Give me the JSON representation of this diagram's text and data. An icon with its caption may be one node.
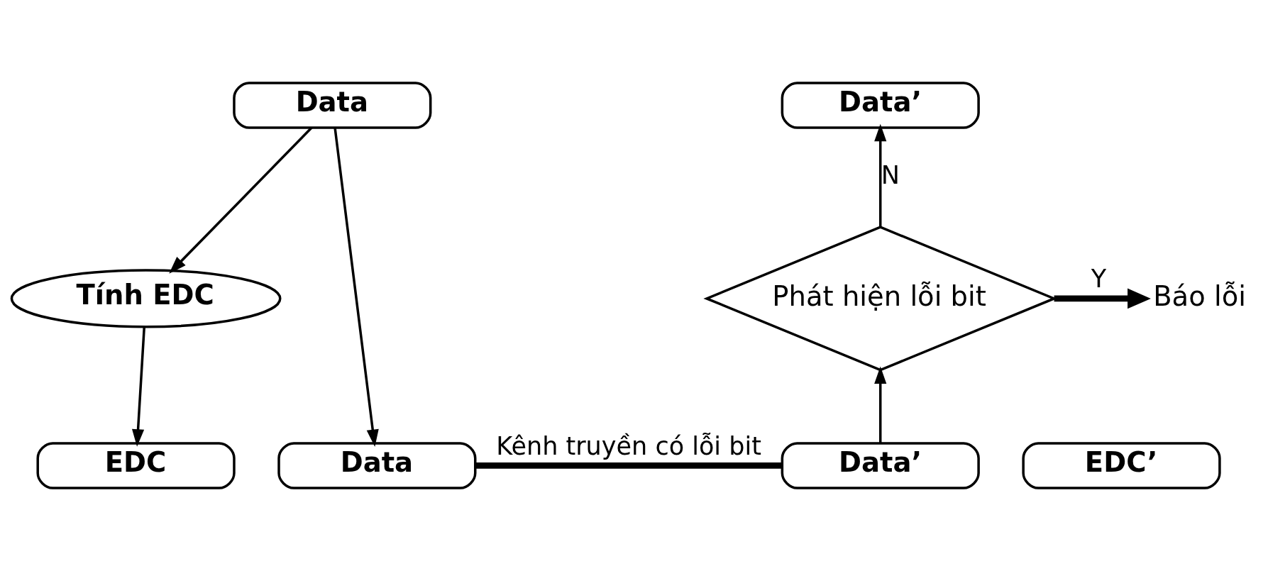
{
  "diagram": {
    "nodes": [
      {
        "text": [
          "Data"
        ]
      },
      {
        "text": [
          "Tính EDC"
        ]
      },
      {
        "text": [
          "Data"
        ]
      },
      {
        "text": [
          "EDC"
        ]
      },
      {
        "text": [
          "Data’"
        ]
      },
      {
        "text": [
          "EDC’"
        ]
      },
      {
        "text": [
          "Phát hiện lỗi bit"
        ]
      },
      {
        "text": [
          "Data’"
        ]
      },
      {
        "text": [
          "Báo lỗi"
        ]
      }
    ],
    "edges": [
      {
        "from": 0,
        "to": 2,
        "arrow": "to"
      },
      {
        "from": 0,
        "to": 1,
        "arrow": "to"
      },
      {
        "from": 1,
        "to": 3,
        "arrow": "to"
      },
      {
        "from": 2,
        "to": 4,
        "arrow": "none",
        "label": "Kênh truyền có lỗi bit",
        "style": "thick"
      },
      {
        "from": 4,
        "to": 6,
        "arrow": "to"
      },
      {
        "from": 6,
        "to": 7,
        "arrow": "to",
        "label": "N"
      },
      {
        "from": 6,
        "to": 8,
        "arrow": "to",
        "label": "Y",
        "style": "thick"
      }
    ]
  }
}
